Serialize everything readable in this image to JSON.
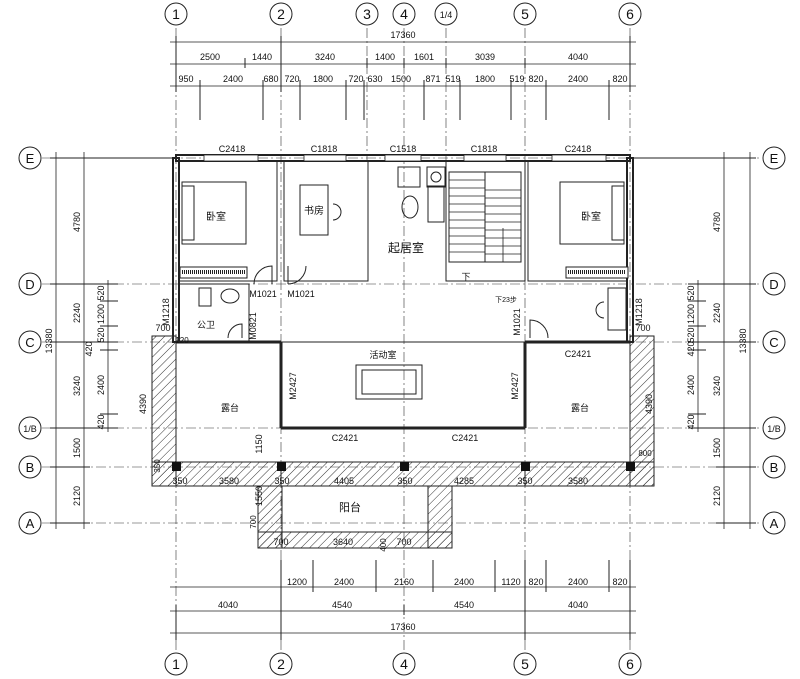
{
  "axes": {
    "top": [
      "1",
      "2",
      "3",
      "4",
      "1/4",
      "5",
      "6"
    ],
    "bottom": [
      "1",
      "2",
      "4",
      "5",
      "6"
    ],
    "left": [
      "E",
      "D",
      "C",
      "1/B",
      "B",
      "A"
    ],
    "right": [
      "E",
      "D",
      "C",
      "1/B",
      "B",
      "A"
    ]
  },
  "dims": {
    "top_total": "17360",
    "top_row1": [
      "2500",
      "1440",
      "3240",
      "1400",
      "1601",
      "3039",
      "4040"
    ],
    "top_row2": [
      "950",
      "2400",
      "680",
      "720",
      "1800",
      "720",
      "630",
      "1500",
      "871",
      "519",
      "1800",
      "519",
      "820",
      "2400",
      "820"
    ],
    "bottom_row1": [
      "1200",
      "2400",
      "2160",
      "2400",
      "1120",
      "820",
      "2400",
      "820"
    ],
    "bottom_row2": [
      "4040",
      "4540",
      "4540",
      "4040"
    ],
    "bottom_total": "17360",
    "left_outer": "13380",
    "left_mid": [
      "4780",
      "2240",
      "3240",
      "1500",
      "2120"
    ],
    "left_inner": [
      "520",
      "1200",
      "520",
      "420",
      "2400",
      "420"
    ],
    "right_outer": "13380",
    "right_mid": [
      "4780",
      "2240",
      "3240",
      "1500",
      "2120"
    ],
    "right_inner": [
      "520",
      "1200",
      "520",
      "420",
      "2400",
      "420"
    ]
  },
  "windows": [
    "C2418",
    "C1818",
    "C1518",
    "C1818",
    "C2418",
    "C2421",
    "C2421",
    "C2421"
  ],
  "doors": [
    "M1021",
    "M1021",
    "M0821",
    "M1021",
    "M2427",
    "M2427",
    "M1218",
    "M1218"
  ],
  "rooms": {
    "bedroom_left": "卧室",
    "study": "书房",
    "living": "起居室",
    "bedroom_right": "卧室",
    "bathroom": "公卫",
    "activity": "活动室",
    "terrace_left": "露台",
    "terrace_right": "露台",
    "balcony": "阳台"
  },
  "notes": {
    "stair_down": "下",
    "stair_steps": "下23步"
  },
  "misc_dims": {
    "terrace_left_w": "3580",
    "terrace_right_w": "3580",
    "mid_w1": "4405",
    "mid_w2": "4285",
    "col_350_a": "350",
    "col_350_b": "350",
    "col_350_c": "350",
    "col_350_d": "350",
    "col_350_e": "350",
    "balcony_w": "3640",
    "balcony_side_l": "700",
    "balcony_side_r": "700",
    "v_1150": "1150",
    "v_1550": "1550",
    "v_4390_l": "4390",
    "v_4390_r": "4390",
    "v_700": "700",
    "v_800": "800",
    "w_700_l": "700",
    "w_700_r": "700",
    "w_120": "120",
    "v_400": "400"
  }
}
